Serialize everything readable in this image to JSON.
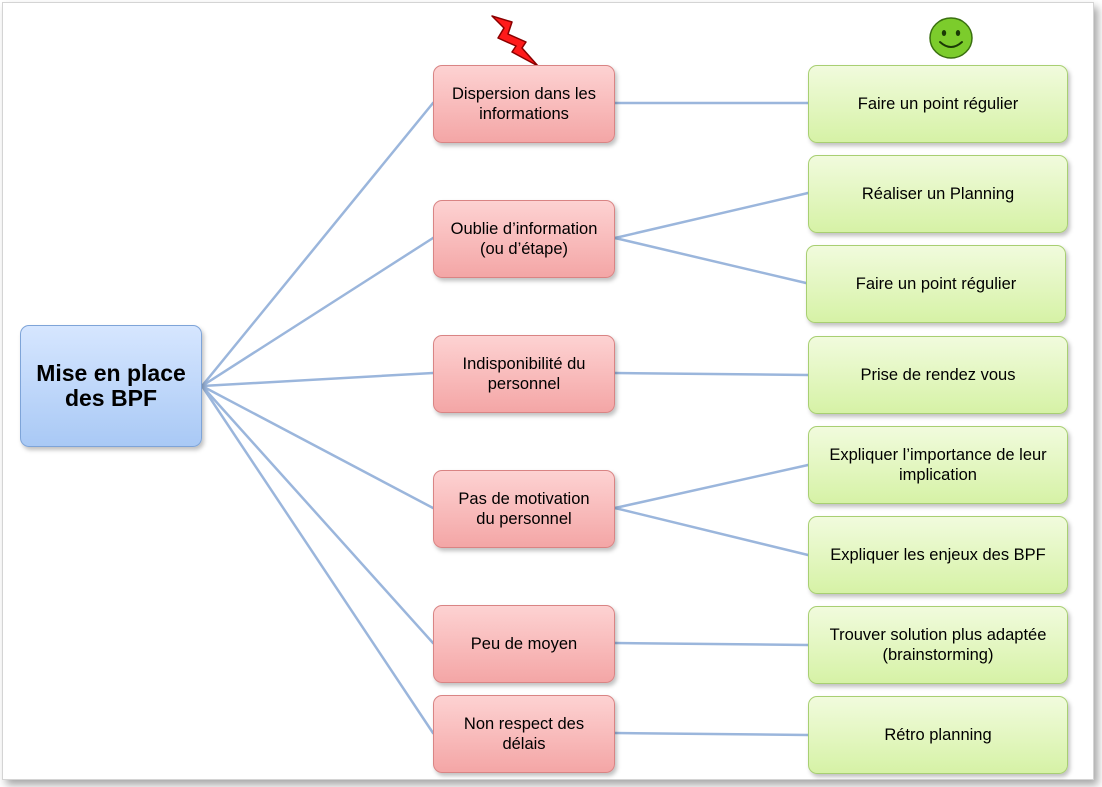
{
  "root": {
    "line1": "Mise en place",
    "line2": "des BPF"
  },
  "problems": [
    {
      "line1": "Dispersion dans les",
      "line2": "informations"
    },
    {
      "line1": "Oublie d’information",
      "line2": "(ou d’étape)"
    },
    {
      "line1": "Indisponibilité du",
      "line2": "personnel"
    },
    {
      "line1": "Pas de motivation",
      "line2": "du personnel"
    },
    {
      "line1": "Peu de moyen",
      "line2": ""
    },
    {
      "line1": "Non respect des",
      "line2": "délais"
    }
  ],
  "solutions": [
    {
      "line1": "Faire un point régulier",
      "line2": ""
    },
    {
      "line1": "Réaliser un Planning",
      "line2": ""
    },
    {
      "line1": "Faire un point régulier",
      "line2": ""
    },
    {
      "line1": "Prise de rendez vous",
      "line2": ""
    },
    {
      "line1": "Expliquer l’importance de leur",
      "line2": "implication"
    },
    {
      "line1": "Expliquer les enjeux des BPF",
      "line2": ""
    },
    {
      "line1": "Trouver solution plus adaptée",
      "line2": "(brainstorming)"
    },
    {
      "line1": "Rétro planning",
      "line2": ""
    }
  ],
  "icons": {
    "problems": "lightning-icon",
    "solutions": "smiley-icon"
  },
  "colors": {
    "connector": "#9bb6dc",
    "root": "#a9c9f5",
    "problem": "#f4a6a6",
    "solution": "#d6f2a6",
    "lightning": "#ff1a1a",
    "smiley": "#7ccc2c"
  }
}
